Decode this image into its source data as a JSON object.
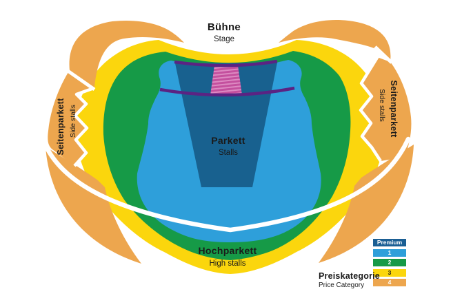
{
  "map": {
    "stage": {
      "label": "Bühne",
      "sublabel": "Stage"
    },
    "parkett": {
      "label": "Parkett",
      "sublabel": "Stalls"
    },
    "hochparkett": {
      "label": "Hochparkett",
      "sublabel": "High stalls"
    },
    "seitenparkett_left": {
      "label": "Seitenparkett",
      "sublabel": "Side stalls"
    },
    "seitenparkett_right": {
      "label": "Seitenparkett",
      "sublabel": "Side stalls"
    }
  },
  "legend": {
    "title": "Preiskategorie",
    "subtitle": "Price Category",
    "items": [
      {
        "label": "Premium",
        "color": "#1b5f94",
        "text_color": "#ffffff"
      },
      {
        "label": "1",
        "color": "#2e9fda",
        "text_color": "#ffffff"
      },
      {
        "label": "2",
        "color": "#169a47",
        "text_color": "#ffffff"
      },
      {
        "label": "3",
        "color": "#fbd60d",
        "text_color": "#1a1a1a"
      },
      {
        "label": "4",
        "color": "#eda64e",
        "text_color": "#ffffff"
      }
    ]
  },
  "colors": {
    "premium": "#18618f",
    "cat1_blue": "#2e9fda",
    "cat2_green": "#169a47",
    "cat3_yellow": "#fbd60d",
    "cat4_orange": "#eda64e",
    "pink": "#c4509e",
    "pink_stripe": "#dd8ac2",
    "purple": "#5b2383",
    "white": "#ffffff"
  }
}
